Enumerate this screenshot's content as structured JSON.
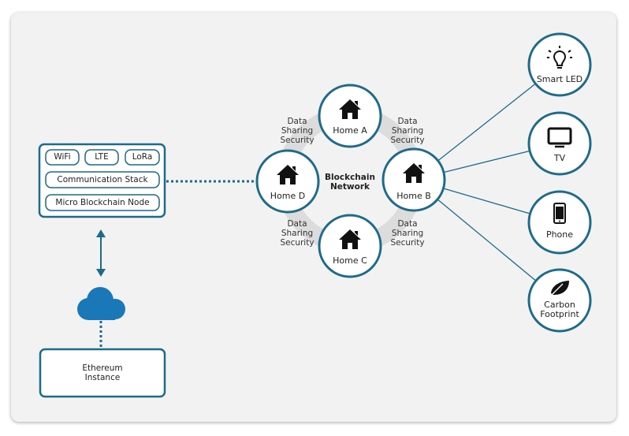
{
  "colors": {
    "accent": "#1d6a8a",
    "panel": "#f2f2f2",
    "node_fill": "#ffffff",
    "cloud": "#1b78b8",
    "icon": "#111111"
  },
  "device_box": {
    "chips": [
      "WiFi",
      "LTE",
      "LoRa"
    ],
    "rows": [
      "Communication Stack",
      "Micro Blockchain Node"
    ]
  },
  "ethereum_box": {
    "label": "Ethereum\nInstance"
  },
  "network": {
    "center_label": "Blockchain\nNetwork",
    "link_label": "Data\nSharing\nSecurity",
    "homes": [
      {
        "id": "a",
        "label": "Home A"
      },
      {
        "id": "b",
        "label": "Home B"
      },
      {
        "id": "c",
        "label": "Home C"
      },
      {
        "id": "d",
        "label": "Home D"
      }
    ]
  },
  "devices": [
    {
      "id": "led",
      "label": "Smart LED",
      "icon": "lightbulb-icon"
    },
    {
      "id": "tv",
      "label": "TV",
      "icon": "tv-icon"
    },
    {
      "id": "phone",
      "label": "Phone",
      "icon": "phone-icon"
    },
    {
      "id": "leaf",
      "label": "Carbon\nFootprint",
      "icon": "leaf-icon"
    }
  ]
}
